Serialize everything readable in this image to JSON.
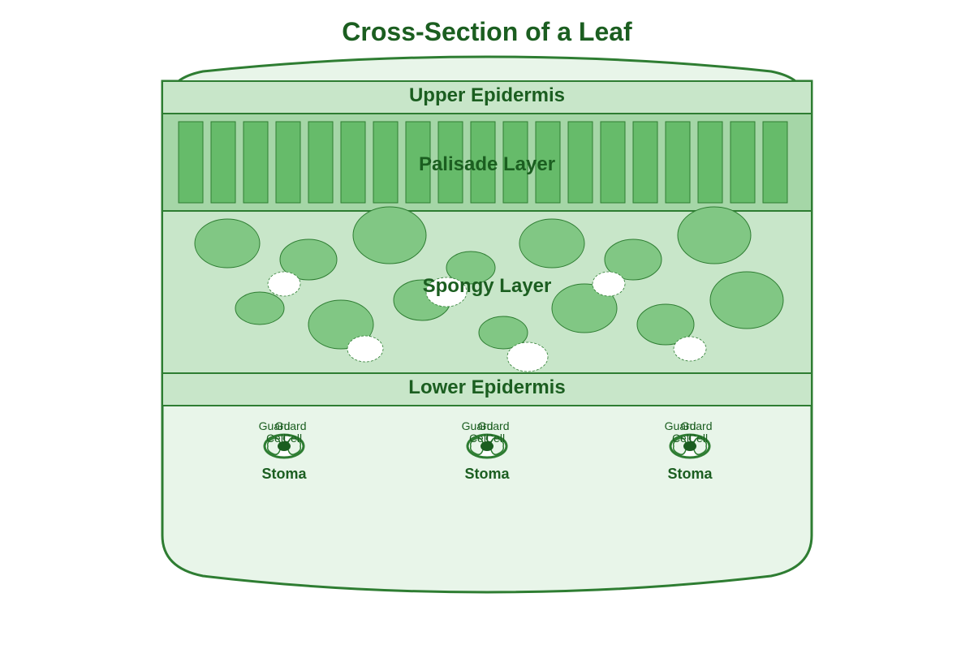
{
  "title": "Cross-Section of a Leaf",
  "layers": {
    "upper_epidermis": "Upper Epidermis",
    "palisade": "Palisade Layer",
    "spongy": "Spongy Layer",
    "lower_epidermis": "Lower Epidermis"
  },
  "stomata": [
    {
      "guard_left": [
        "Guard",
        "Cell"
      ],
      "guard_right": [
        "Guard",
        "Cell"
      ],
      "label": "Stoma"
    },
    {
      "guard_left": [
        "Guard",
        "Cell"
      ],
      "guard_right": [
        "Guard",
        "Cell"
      ],
      "label": "Stoma"
    },
    {
      "guard_left": [
        "Guard",
        "Cell"
      ],
      "guard_right": [
        "Guard",
        "Cell"
      ],
      "label": "Stoma"
    }
  ],
  "colors": {
    "outline": "#2e7d32",
    "text": "#1b5e20",
    "leaf_fill": "#e8f5e9",
    "epidermis_fill": "#c8e6c9",
    "palisade_fill": "#a5d6a7",
    "cell_fill": "#66bb6a",
    "spongy_cell_fill": "#81c784",
    "air_space_fill": "#ffffff"
  }
}
